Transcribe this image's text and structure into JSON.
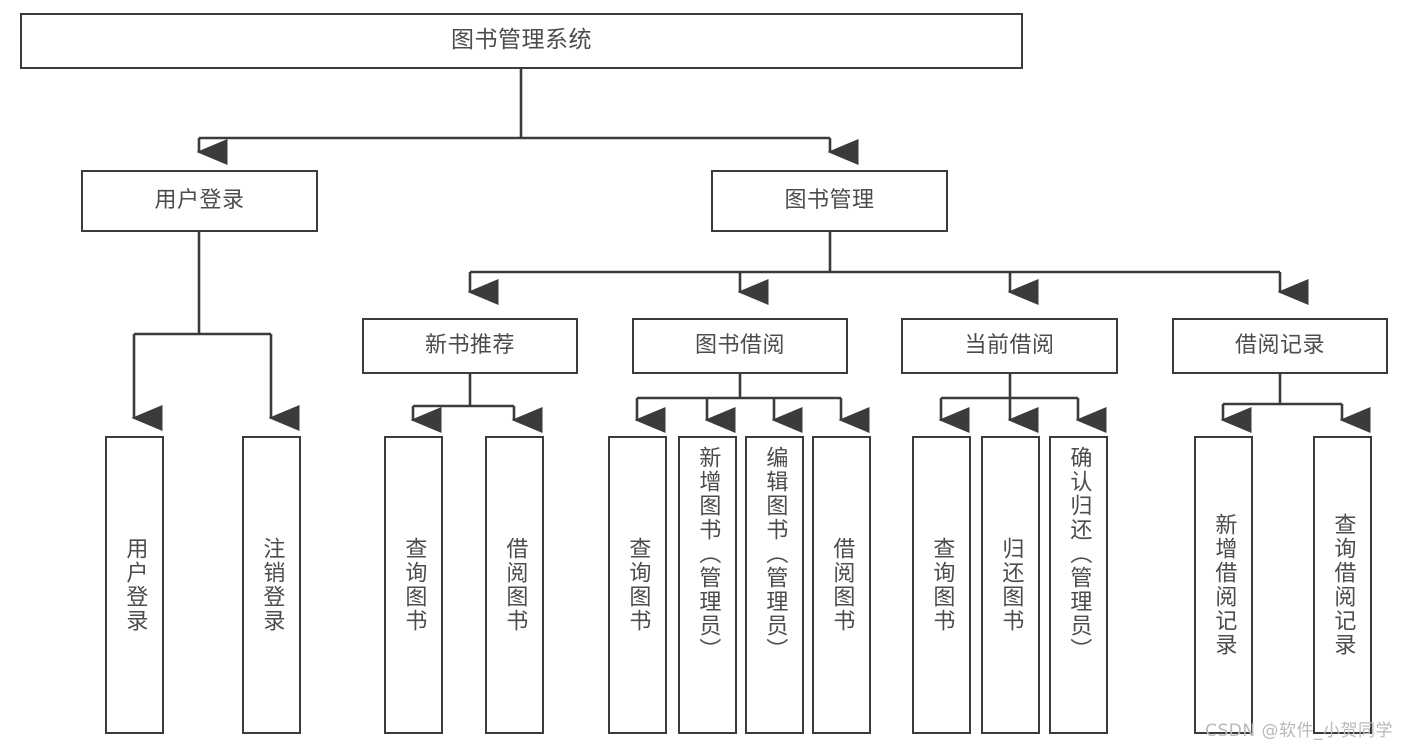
{
  "diagram": {
    "title": "图书管理系统",
    "type": "function-structure-tree",
    "watermark": "CSDN @软件_小贺同学",
    "colors": {
      "border": "#3b3b3b",
      "text": "#4c4c4c",
      "background": "#ffffff",
      "watermark": "#b9b9b9"
    },
    "root": {
      "label": "图书管理系统"
    },
    "level1": [
      {
        "label": "用户登录"
      },
      {
        "label": "图书管理"
      }
    ],
    "level2": [
      {
        "label": "新书推荐"
      },
      {
        "label": "图书借阅"
      },
      {
        "label": "当前借阅"
      },
      {
        "label": "借阅记录"
      }
    ],
    "leaves": {
      "user_login": [
        {
          "label": "用户登录"
        },
        {
          "label": "注销登录"
        }
      ],
      "new_book_recommend": [
        {
          "label": "查询图书"
        },
        {
          "label": "借阅图书"
        }
      ],
      "book_borrow": [
        {
          "label": "查询图书"
        },
        {
          "label": "新增图书（管理员）"
        },
        {
          "label": "编辑图书（管理员）"
        },
        {
          "label": "借阅图书"
        }
      ],
      "current_borrow": [
        {
          "label": "查询图书"
        },
        {
          "label": "归还图书"
        },
        {
          "label": "确认归还（管理员）"
        }
      ],
      "borrow_record": [
        {
          "label": "新增借阅记录"
        },
        {
          "label": "查询借阅记录"
        }
      ]
    }
  }
}
